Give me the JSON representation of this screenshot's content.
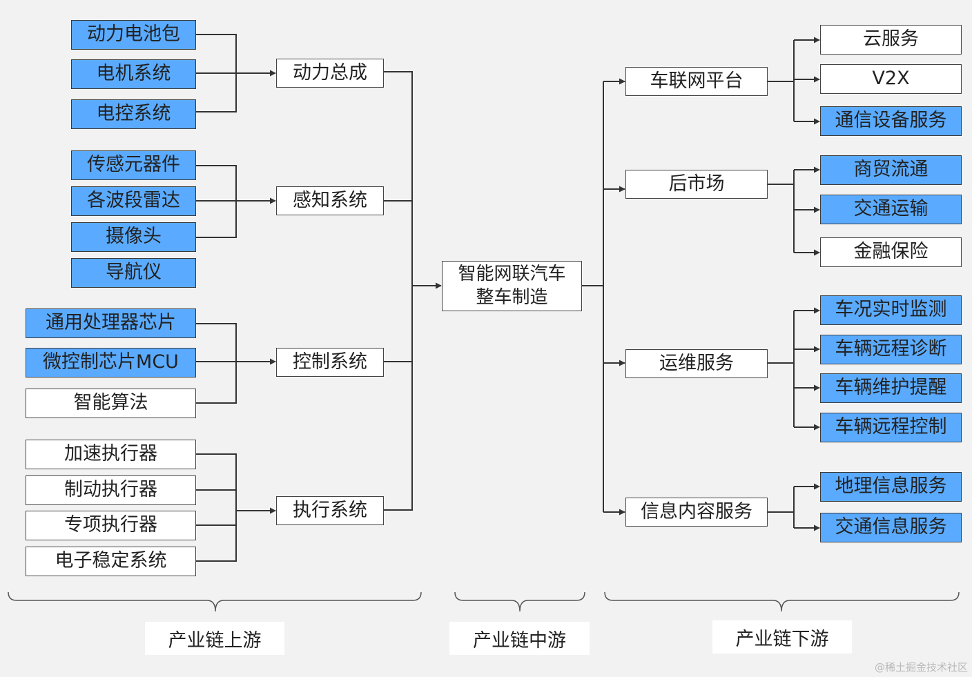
{
  "upstream": {
    "power_train": {
      "name": "动力总成",
      "items": [
        {
          "label": "动力电池包",
          "highlight": true
        },
        {
          "label": "电机系统",
          "highlight": true
        },
        {
          "label": "电控系统",
          "highlight": true
        }
      ]
    },
    "perception": {
      "name": "感知系统",
      "items": [
        {
          "label": "传感元器件",
          "highlight": true
        },
        {
          "label": "各波段雷达",
          "highlight": true
        },
        {
          "label": "摄像头",
          "highlight": true
        },
        {
          "label": "导航仪",
          "highlight": true
        }
      ]
    },
    "control": {
      "name": "控制系统",
      "items": [
        {
          "label": "通用处理器芯片",
          "highlight": true
        },
        {
          "label": "微控制芯片MCU",
          "highlight": true
        },
        {
          "label": "智能算法",
          "highlight": false
        }
      ]
    },
    "execution": {
      "name": "执行系统",
      "items": [
        {
          "label": "加速执行器",
          "highlight": false
        },
        {
          "label": "制动执行器",
          "highlight": false
        },
        {
          "label": "专项执行器",
          "highlight": false
        },
        {
          "label": "电子稳定系统",
          "highlight": false
        }
      ]
    }
  },
  "midstream": {
    "line1": "智能网联汽车",
    "line2": "整车制造"
  },
  "downstream": {
    "connected_platform": {
      "name": "车联网平台",
      "items": [
        {
          "label": "云服务",
          "highlight": false
        },
        {
          "label": "V2X",
          "highlight": false
        },
        {
          "label": "通信设备服务",
          "highlight": true
        }
      ]
    },
    "aftermarket": {
      "name": "后市场",
      "items": [
        {
          "label": "商贸流通",
          "highlight": true
        },
        {
          "label": "交通运输",
          "highlight": true
        },
        {
          "label": "金融保险",
          "highlight": false
        }
      ]
    },
    "operation_service": {
      "name": "运维服务",
      "items": [
        {
          "label": "车况实时监测",
          "highlight": true
        },
        {
          "label": "车辆远程诊断",
          "highlight": true
        },
        {
          "label": "车辆维护提醒",
          "highlight": true
        },
        {
          "label": "车辆远程控制",
          "highlight": true
        }
      ]
    },
    "info_service": {
      "name": "信息内容服务",
      "items": [
        {
          "label": "地理信息服务",
          "highlight": true
        },
        {
          "label": "交通信息服务",
          "highlight": true
        }
      ]
    }
  },
  "stage_labels": {
    "upstream": "产业链上游",
    "midstream": "产业链中游",
    "downstream": "产业链下游"
  },
  "watermark": "@稀土掘金技术社区",
  "colors": {
    "highlight_fill": "#5aabff",
    "box_border": "#444444",
    "background": "#f2f2f2",
    "connector": "#333333"
  }
}
